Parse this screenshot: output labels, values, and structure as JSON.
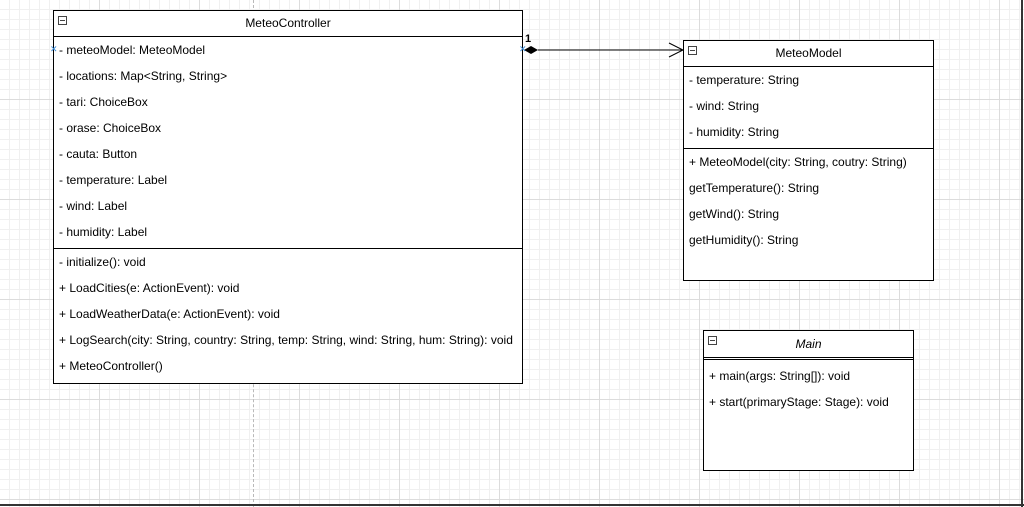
{
  "diagram": {
    "classes": {
      "controller": {
        "name": "MeteoController",
        "attributes": [
          "- meteoModel: MeteoModel",
          "- locations: Map<String, String>",
          "- tari: ChoiceBox",
          "- orase: ChoiceBox",
          "- cauta: Button",
          "- temperature: Label",
          "- wind: Label",
          "- humidity: Label"
        ],
        "methods": [
          "- initialize(): void",
          "+ LoadCities(e: ActionEvent): void",
          "+ LoadWeatherData(e: ActionEvent): void",
          "+ LogSearch(city: String, country: String, temp: String, wind: String, hum: String): void",
          "+ MeteoController()"
        ]
      },
      "model": {
        "name": "MeteoModel",
        "attributes": [
          "- temperature: String",
          "- wind: String",
          "- humidity: String"
        ],
        "methods": [
          "+ MeteoModel(city: String, coutry: String)",
          "getTemperature(): String",
          "getWind(): String",
          "getHumidity(): String"
        ]
      },
      "main": {
        "name": "Main",
        "attributes": [],
        "methods": [
          "+ main(args: String[]): void",
          "+ start(primaryStage: Stage): void"
        ]
      }
    },
    "association": {
      "source": "MeteoController",
      "target": "MeteoModel",
      "kind": "composition",
      "multiplicity": "1"
    }
  },
  "colors": {
    "grid_major": "#dcdcdc",
    "grid_minor": "#f0f0f0",
    "selection_handle": "#3a8cd9",
    "border": "#000000"
  }
}
